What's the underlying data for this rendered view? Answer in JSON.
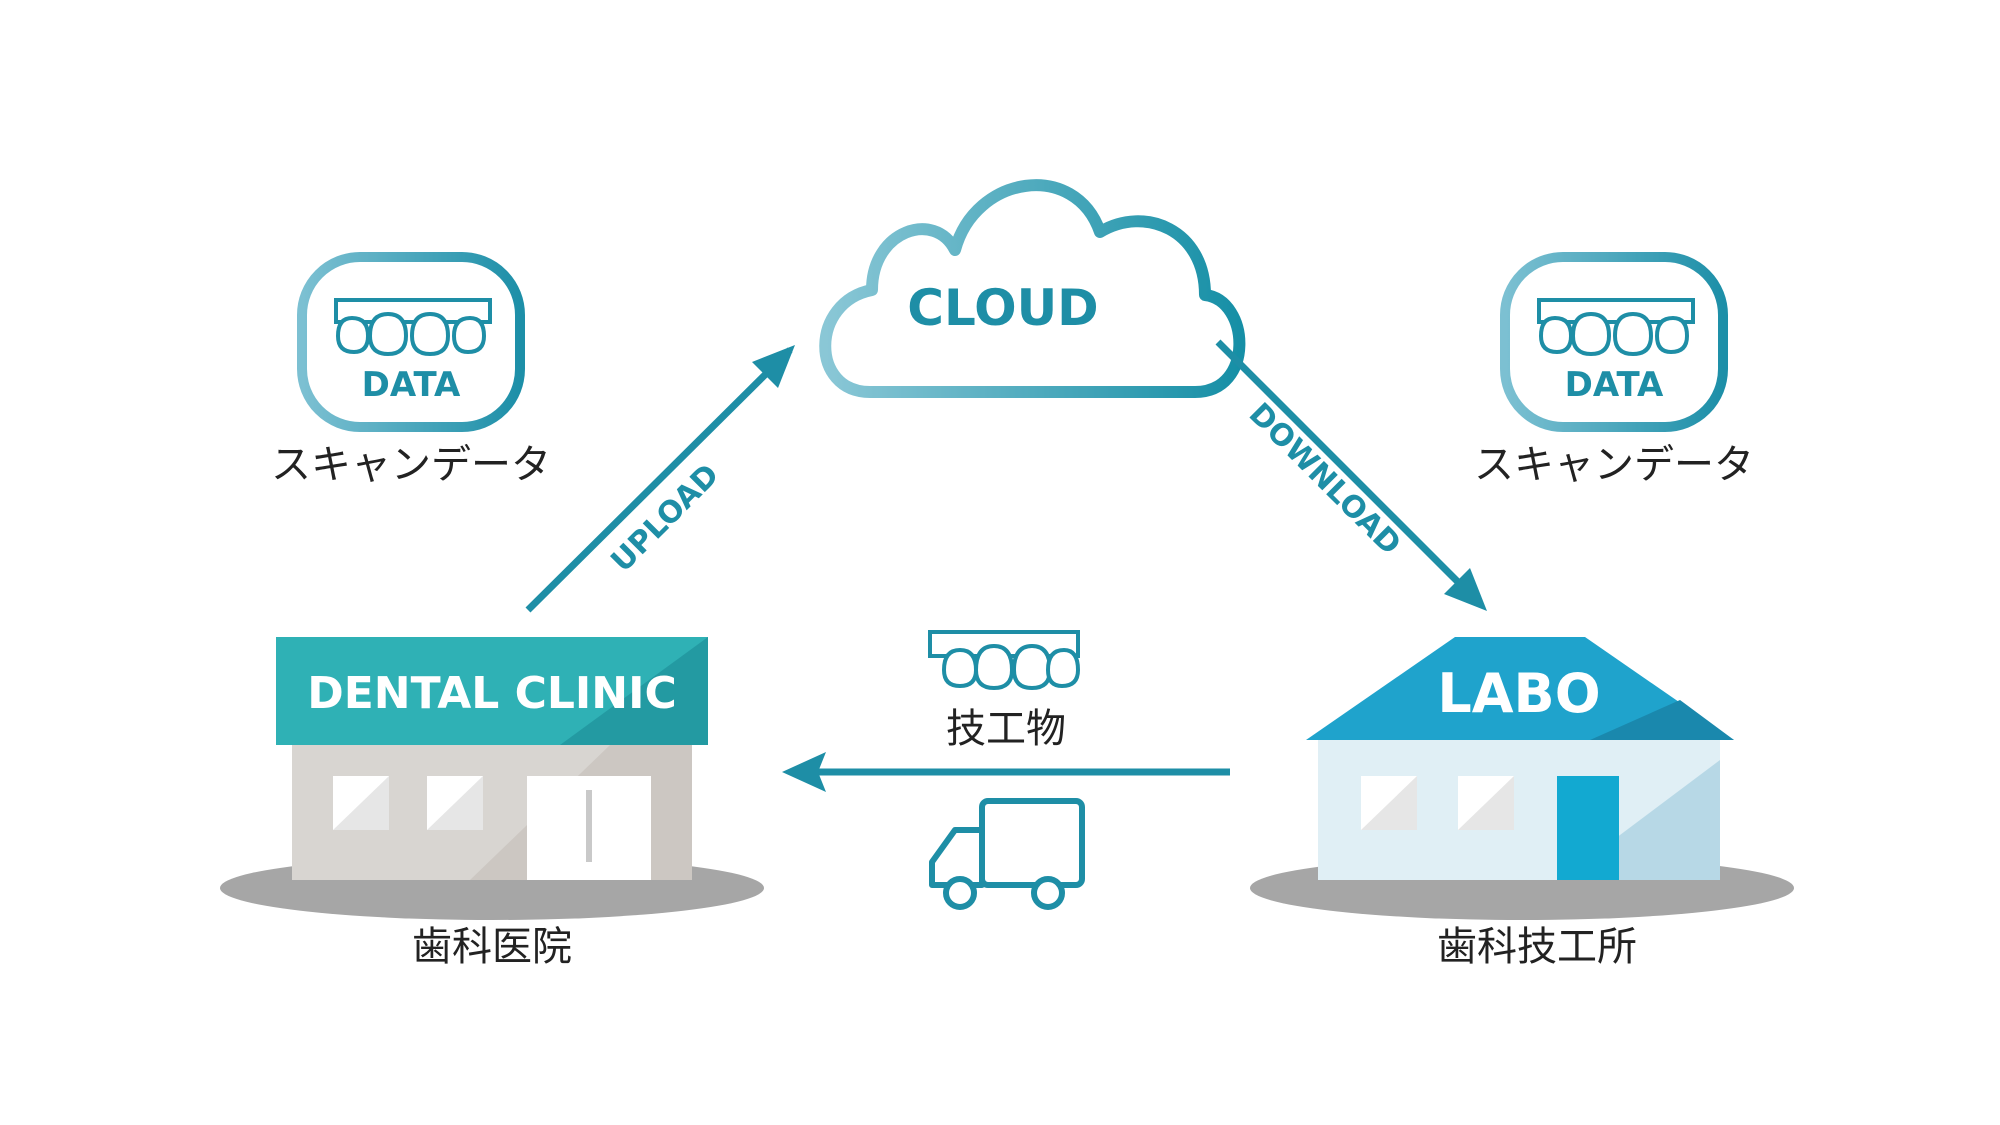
{
  "colors": {
    "primary": "#1e8ea6",
    "cloud_gradient_light": "#8ac7d6",
    "cloud_gradient_dark": "#168fa6",
    "clinic_sign": "#2fb1b5",
    "clinic_sign_dark": "#1f9aa1",
    "clinic_wall": "#d8d5d1",
    "labo_roof": "#1fa3cc",
    "labo_roof_dark": "#1b8bb0",
    "labo_wall": "#e0eff5",
    "labo_door": "#12a9d1",
    "shadow": "#a6a6a6",
    "text": "#222222"
  },
  "cloud": {
    "label": "CLOUD"
  },
  "arrows": {
    "upload": "UPLOAD",
    "download": "DOWNLOAD"
  },
  "data_left": {
    "badge": "DATA",
    "caption": "スキャンデータ"
  },
  "data_right": {
    "badge": "DATA",
    "caption": "スキャンデータ"
  },
  "clinic": {
    "sign": "DENTAL CLINIC",
    "caption": "歯科医院"
  },
  "labo": {
    "sign": "LABO",
    "caption": "歯科技工所"
  },
  "delivery": {
    "caption": "技工物"
  }
}
